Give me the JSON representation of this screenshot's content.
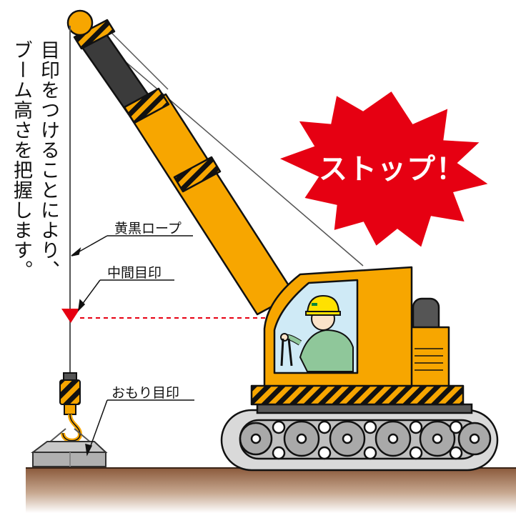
{
  "vertical_text": {
    "line1": "目印をつけることにより、",
    "line2": "ブーム高さを把握します。"
  },
  "labels": {
    "rope": "黄黒ロープ",
    "middle_mark": "中間目印",
    "weight_mark": "おもり目印"
  },
  "callout": {
    "text": "ストップ！"
  },
  "colors": {
    "crane_orange": "#f7a600",
    "burst_red": "#e60012",
    "marker_red": "#e60012",
    "ground": "#8b5a3c",
    "operator_green": "#8fc79a",
    "helmet_yellow": "#ffe100",
    "window_blue": "#cfeaf6"
  },
  "icons": [
    "crane",
    "hook",
    "weight-block",
    "operator",
    "marker-triangle",
    "starburst"
  ]
}
